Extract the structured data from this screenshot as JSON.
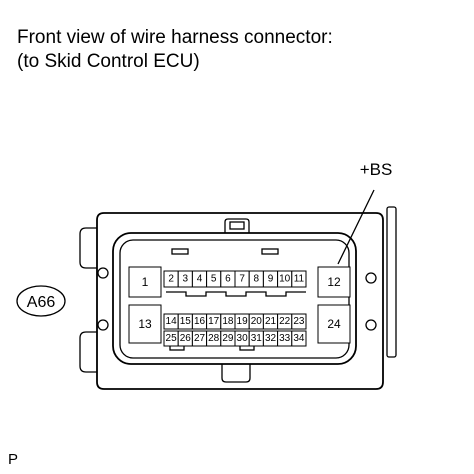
{
  "title_lines": [
    "Front view of wire harness connector:",
    "(to Skid Control ECU)"
  ],
  "connector_code": "A66",
  "terminal_label": "+BS",
  "corner_letter": "P",
  "pins": {
    "p1": "1",
    "p2": "2",
    "p3": "3",
    "p4": "4",
    "p5": "5",
    "p6": "6",
    "p7": "7",
    "p8": "8",
    "p9": "9",
    "p10": "10",
    "p11": "11",
    "p12": "12",
    "p13": "13",
    "p14": "14",
    "p15": "15",
    "p16": "16",
    "p17": "17",
    "p18": "18",
    "p19": "19",
    "p20": "20",
    "p21": "21",
    "p22": "22",
    "p23": "23",
    "p24": "24",
    "p25": "25",
    "p26": "26",
    "p27": "27",
    "p28": "28",
    "p29": "29",
    "p30": "30",
    "p31": "31",
    "p32": "32",
    "p33": "33",
    "p34": "34"
  }
}
